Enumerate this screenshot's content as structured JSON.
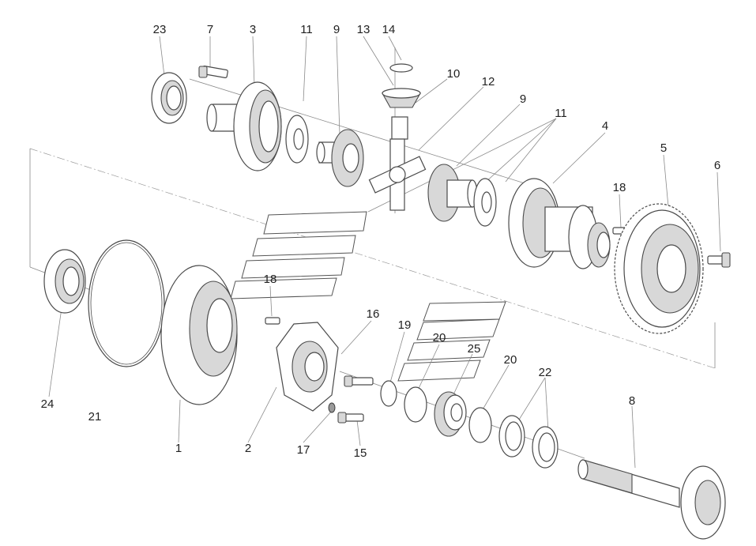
{
  "diagram": {
    "callouts": [
      {
        "id": "c23",
        "text": "23"
      },
      {
        "id": "c7",
        "text": "7"
      },
      {
        "id": "c3",
        "text": "3"
      },
      {
        "id": "c11a",
        "text": "11"
      },
      {
        "id": "c9a",
        "text": "9"
      },
      {
        "id": "c13",
        "text": "13"
      },
      {
        "id": "c14",
        "text": "14"
      },
      {
        "id": "c10",
        "text": "10"
      },
      {
        "id": "c12",
        "text": "12"
      },
      {
        "id": "c9b",
        "text": "9"
      },
      {
        "id": "c11b",
        "text": "11"
      },
      {
        "id": "c4",
        "text": "4"
      },
      {
        "id": "c5",
        "text": "5"
      },
      {
        "id": "c6",
        "text": "6"
      },
      {
        "id": "c18a",
        "text": "18"
      },
      {
        "id": "c18b",
        "text": "18"
      },
      {
        "id": "c16",
        "text": "16"
      },
      {
        "id": "c19",
        "text": "19"
      },
      {
        "id": "c20a",
        "text": "20"
      },
      {
        "id": "c25",
        "text": "25"
      },
      {
        "id": "c20b",
        "text": "20"
      },
      {
        "id": "c22",
        "text": "22"
      },
      {
        "id": "c8",
        "text": "8"
      },
      {
        "id": "c24",
        "text": "24"
      },
      {
        "id": "c21",
        "text": "21"
      },
      {
        "id": "c1",
        "text": "1"
      },
      {
        "id": "c2",
        "text": "2"
      },
      {
        "id": "c17",
        "text": "17"
      },
      {
        "id": "c15",
        "text": "15"
      }
    ]
  }
}
